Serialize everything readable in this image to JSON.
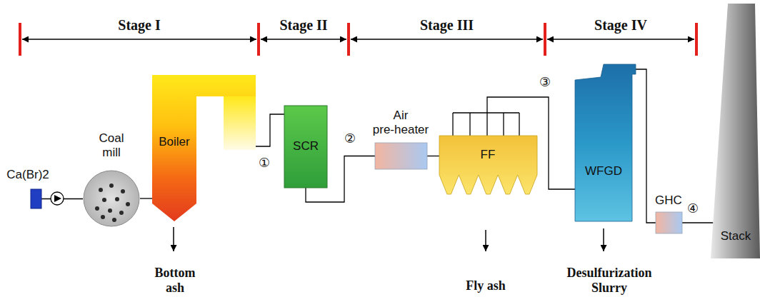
{
  "diagram": {
    "nodes": [
      {
        "text": [
          "Ca(Br)2"
        ]
      },
      {
        "text": [
          "Coal mill"
        ]
      },
      {
        "text": [
          "Boiler"
        ]
      },
      {
        "text": [
          "SCR"
        ]
      },
      {
        "text": [
          "Air pre-heater"
        ]
      },
      {
        "text": [
          "FF"
        ]
      },
      {
        "text": [
          "WFGD"
        ]
      },
      {
        "text": [
          "GHC"
        ]
      },
      {
        "text": [
          "Stack"
        ]
      }
    ],
    "edges": [
      {
        "from": 0,
        "to": 1,
        "arrow": "none"
      },
      {
        "from": 1,
        "to": 2,
        "arrow": "none"
      },
      {
        "from": 2,
        "to": 3,
        "arrow": "none"
      },
      {
        "from": 3,
        "to": 4,
        "arrow": "none"
      },
      {
        "from": 4,
        "to": 5,
        "arrow": "none"
      },
      {
        "from": 5,
        "to": 6,
        "arrow": "none"
      },
      {
        "from": 6,
        "to": 7,
        "arrow": "none"
      },
      {
        "from": 7,
        "to": 8,
        "arrow": "none"
      }
    ],
    "labels": [
      "Stage I",
      "Stage II",
      "Stage III",
      "Stage IV",
      "①",
      "②",
      "③",
      "④",
      "Bottom ash",
      "Fly ash",
      "Desulfurization Slurry"
    ]
  }
}
